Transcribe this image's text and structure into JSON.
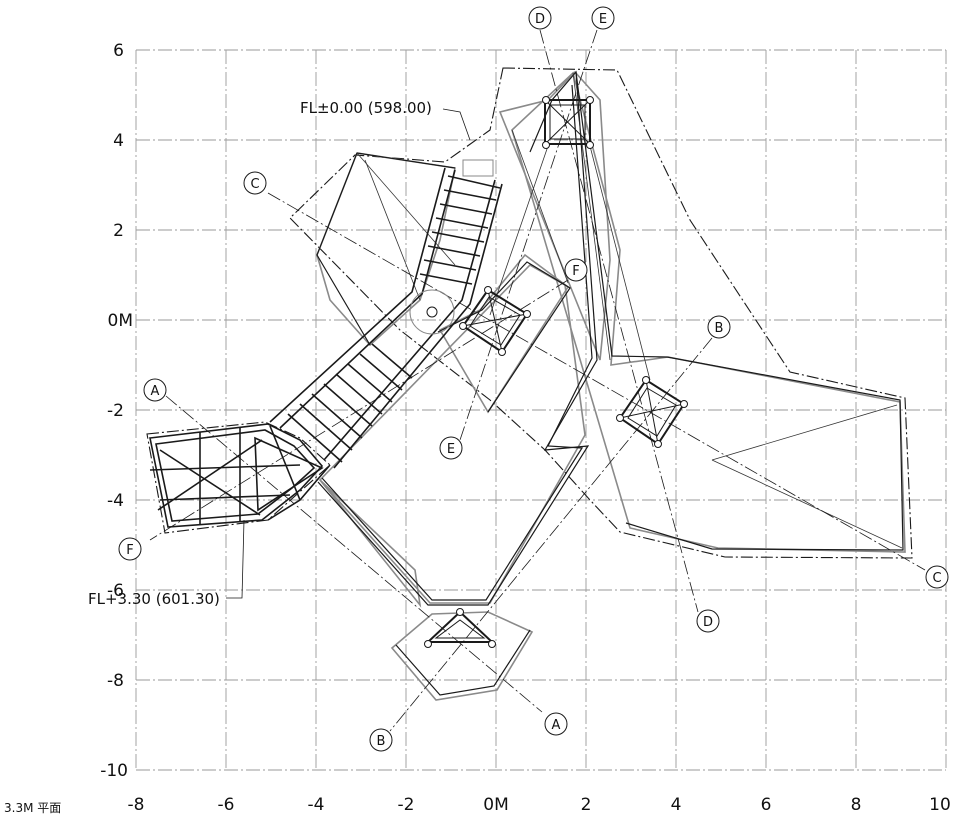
{
  "drawing": {
    "title": "3.3M 平面",
    "x_ticks": [
      "-8",
      "-6",
      "-4",
      "-2",
      "0M",
      "2",
      "4",
      "6",
      "8",
      "10"
    ],
    "y_ticks": [
      "6",
      "4",
      "2",
      "0M",
      "-2",
      "-4",
      "-6",
      "-8",
      "-10"
    ],
    "level_upper": "FL±0.00 (598.00)",
    "level_lower": "FL+3.30 (601.30)",
    "grid_color": "#9a9a9a",
    "line_color": "#1a1a1a"
  },
  "sections": [
    {
      "id": "D",
      "end": "top",
      "label": "D"
    },
    {
      "id": "E",
      "end": "top",
      "label": "E"
    },
    {
      "id": "C",
      "end": "top-left",
      "label": "C"
    },
    {
      "id": "F",
      "end": "center",
      "label": "F"
    },
    {
      "id": "B",
      "end": "right",
      "label": "B"
    },
    {
      "id": "A",
      "end": "left",
      "label": "A"
    },
    {
      "id": "E",
      "end": "lower",
      "label": "E"
    },
    {
      "id": "F",
      "end": "left",
      "label": "F"
    },
    {
      "id": "C",
      "end": "right",
      "label": "C"
    },
    {
      "id": "D",
      "end": "lower-right",
      "label": "D"
    },
    {
      "id": "A",
      "end": "bottom",
      "label": "A"
    },
    {
      "id": "B",
      "end": "bottom",
      "label": "B"
    }
  ]
}
